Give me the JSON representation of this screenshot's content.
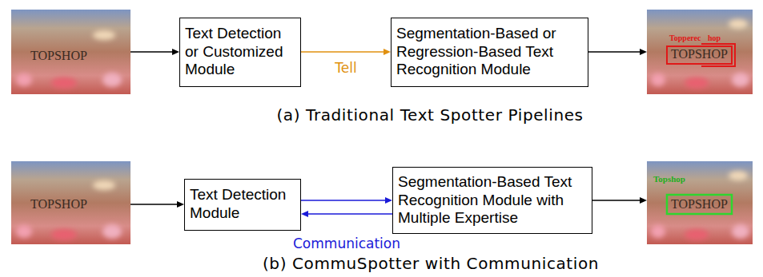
{
  "diagram": {
    "nodes": [
      {
        "text": [
          "TOPSHOP"
        ]
      },
      {
        "text": [
          "Text Detection or Customized Module"
        ]
      },
      {
        "text": [
          "Segmentation-Based or Regression-Based Text Recognition Module"
        ]
      },
      {
        "text": [
          "Topperec",
          "hop",
          "TOPSHOP"
        ]
      },
      {
        "text": [
          "TOPSHOP"
        ]
      },
      {
        "text": [
          "Text Detection Module"
        ]
      },
      {
        "text": [
          "Segmentation-Based Text Recognition Module with Multiple Expertise"
        ]
      },
      {
        "text": [
          "Topshop",
          "TOPSHOP"
        ]
      }
    ],
    "edges": [
      {
        "from": 0,
        "to": 1,
        "arrow": "to"
      },
      {
        "from": 1,
        "to": 2,
        "label": "Tell",
        "arrow": "to"
      },
      {
        "from": 2,
        "to": 3,
        "arrow": "to"
      },
      {
        "from": 4,
        "to": 5,
        "arrow": "to"
      },
      {
        "from": 5,
        "to": 6,
        "arrow": "to"
      },
      {
        "from": 6,
        "to": 5,
        "label": "Communication",
        "arrow": "to"
      },
      {
        "from": 6,
        "to": 7,
        "arrow": "to"
      }
    ],
    "labels": [
      "(a) Traditional Text Spotter Pipelines",
      "(b) CommuSpotter with Communication"
    ]
  }
}
